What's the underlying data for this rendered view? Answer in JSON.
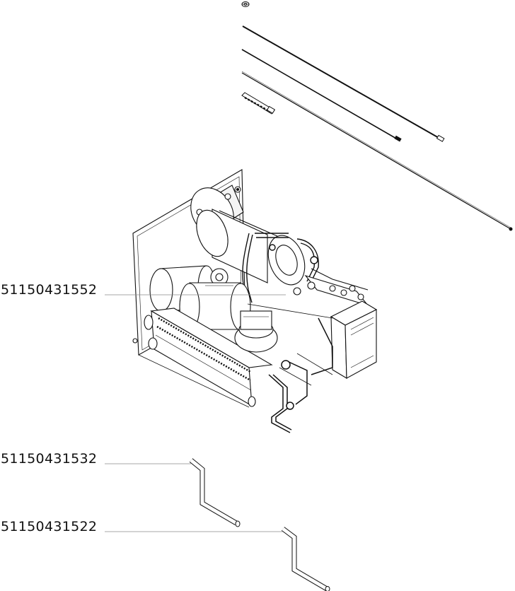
{
  "diagram": {
    "callouts": [
      {
        "id": "part-51150431552",
        "label": "51150431552"
      },
      {
        "id": "part-51150431532",
        "label": "51150431532"
      },
      {
        "id": "part-51150431522",
        "label": "51150431522"
      }
    ]
  },
  "colors": {
    "ink": "#111111",
    "leader": "#8a8a8a",
    "background": "#ffffff"
  }
}
